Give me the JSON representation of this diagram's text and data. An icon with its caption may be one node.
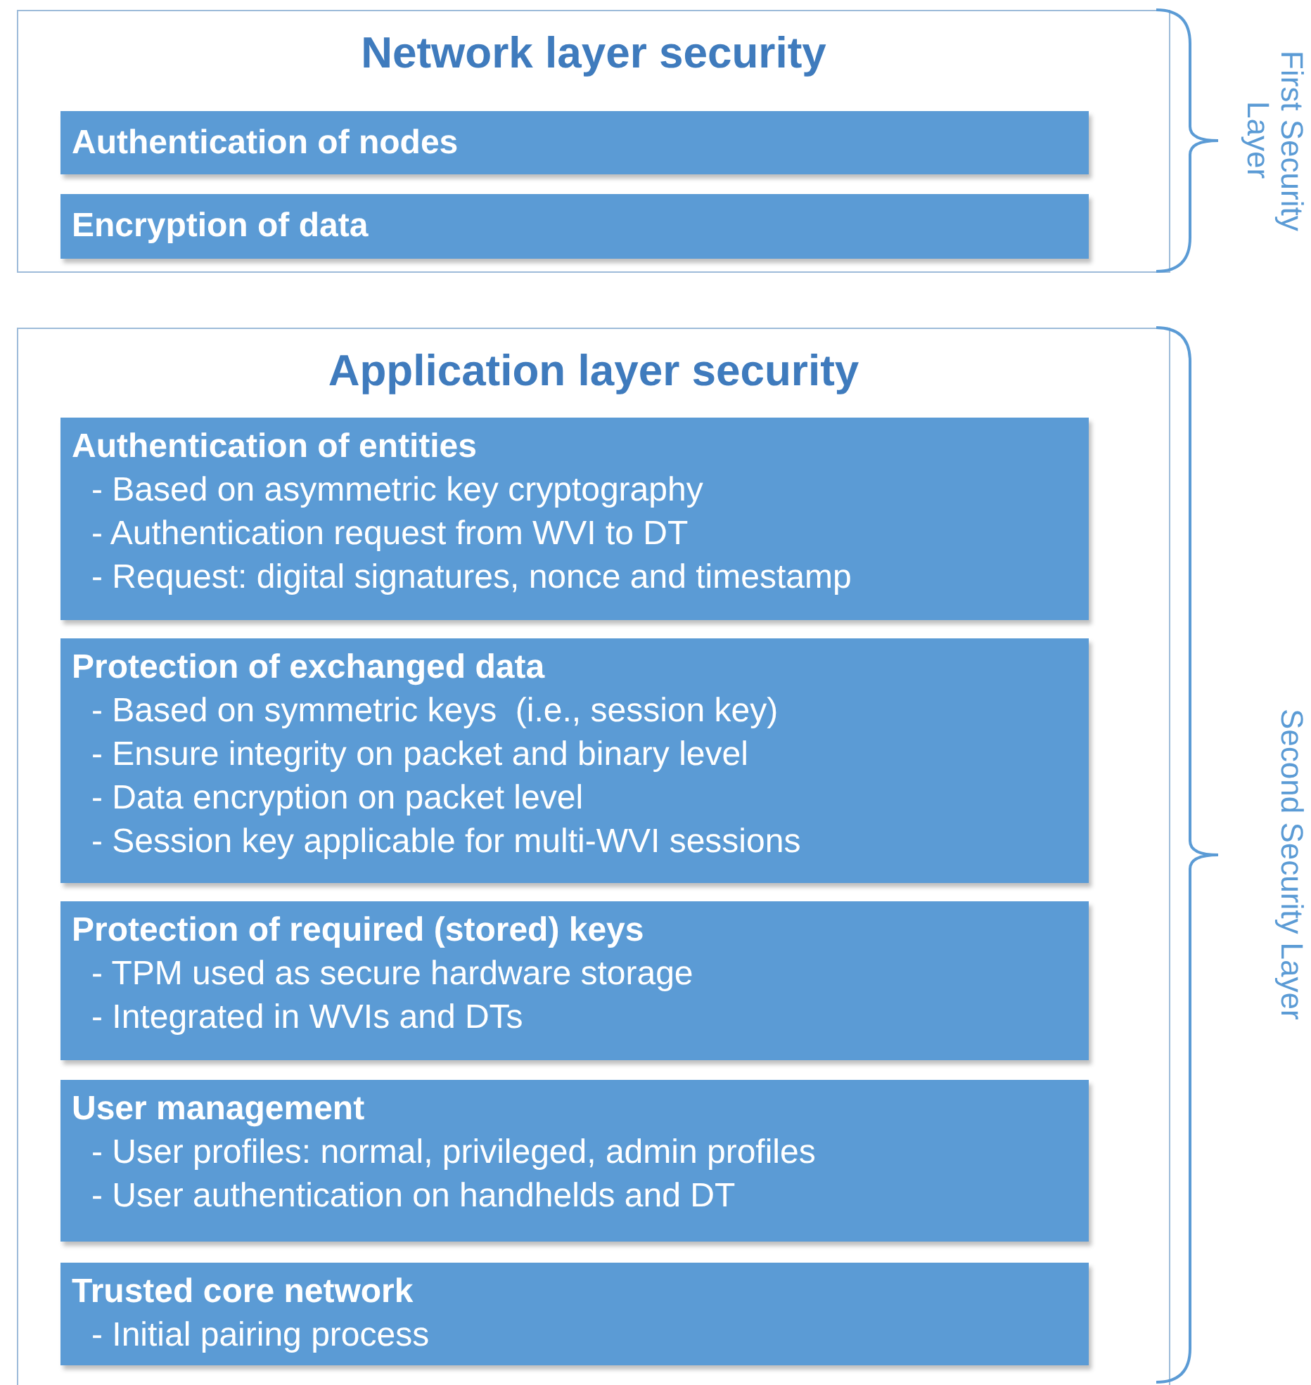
{
  "diagram": {
    "nodes": [
      {
        "text": [
          "Network layer security"
        ]
      },
      {
        "text": [
          "Authentication of nodes"
        ],
        "in": 0
      },
      {
        "text": [
          "Encryption of data"
        ],
        "in": 0
      },
      {
        "text": [
          "Application layer security"
        ]
      },
      {
        "text": [
          "Authentication of entities",
          "- Based on asymmetric key cryptography",
          "- Authentication request from WVI to DT",
          "- Request: digital signatures, nonce and timestamp"
        ],
        "in": 3
      },
      {
        "text": [
          "Protection of exchanged data",
          "- Based on symmetric keys  (i.e., session key)",
          "- Ensure integrity on packet and binary level",
          "- Data encryption on packet level",
          "- Session key applicable for multi-WVI sessions"
        ],
        "in": 3
      },
      {
        "text": [
          "Protection of required (stored) keys",
          "- TPM used as secure hardware storage",
          "- Integrated in WVIs and DTs"
        ],
        "in": 3
      },
      {
        "text": [
          "User management",
          "- User profiles: normal, privileged, admin profiles",
          "- User authentication on handhelds and DT"
        ],
        "in": 3
      },
      {
        "text": [
          "Trusted core network",
          "- Initial pairing process"
        ],
        "in": 3
      }
    ],
    "labels": [
      "First Security Layer",
      "Second Security Layer"
    ]
  }
}
